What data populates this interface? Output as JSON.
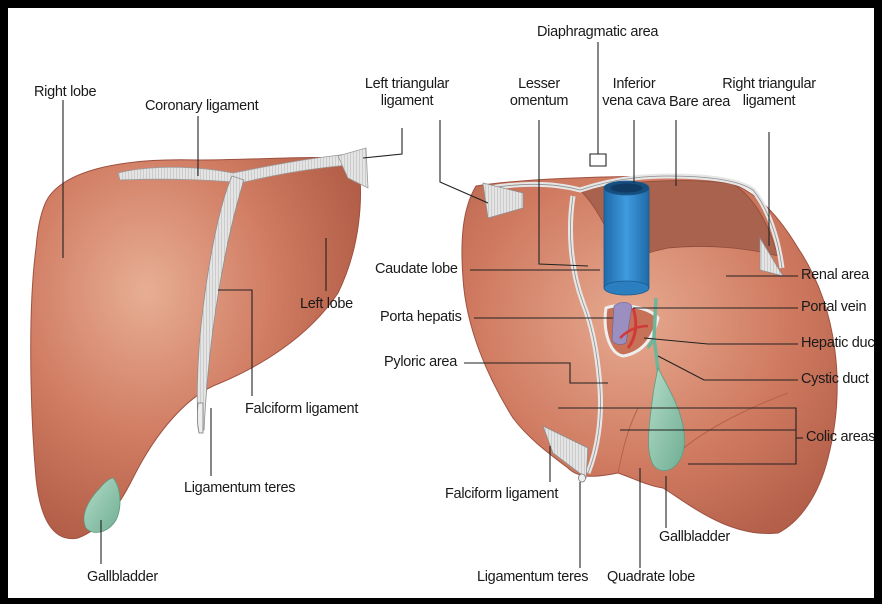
{
  "labels": {
    "right_lobe": "Right lobe",
    "coronary_ligament": "Coronary ligament",
    "left_triangular_ligament_1": "Left triangular",
    "left_triangular_ligament_2": "ligament",
    "left_lobe": "Left lobe",
    "falciform_ligament_front": "Falciform ligament",
    "ligamentum_teres_front": "Ligamentum teres",
    "gallbladder_front": "Gallbladder",
    "diaphragmatic_area": "Diaphragmatic area",
    "lesser_omentum_1": "Lesser",
    "lesser_omentum_2": "omentum",
    "inferior_vena_cava_1": "Inferior",
    "inferior_vena_cava_2": "vena cava",
    "bare_area": "Bare area",
    "right_triangular_ligament_1": "Right triangular",
    "right_triangular_ligament_2": "ligament",
    "caudate_lobe": "Caudate lobe",
    "renal_area": "Renal area",
    "porta_hepatis": "Porta hepatis",
    "portal_vein": "Portal vein",
    "hepatic_duct": "Hepatic duct",
    "pyloric_area": "Pyloric area",
    "cystic_duct": "Cystic duct",
    "colic_areas": "Colic areas",
    "falciform_ligament_back": "Falciform ligament",
    "gallbladder_back": "Gallbladder",
    "ligamentum_teres_back": "Ligamentum teres",
    "quadrate_lobe": "Quadrate lobe"
  },
  "colors": {
    "liver": "#cf7a60",
    "liver_dark": "#b4604a",
    "liver_light": "#e3a58b",
    "bare_area": "#a9624e",
    "ligament": "#dcdcdc",
    "gallbladder": "#8fc7ae",
    "ivc": "#2f86c9",
    "portal_vein": "#9a8fc0",
    "artery": "#d23a3a",
    "duct": "#6fb59a"
  }
}
